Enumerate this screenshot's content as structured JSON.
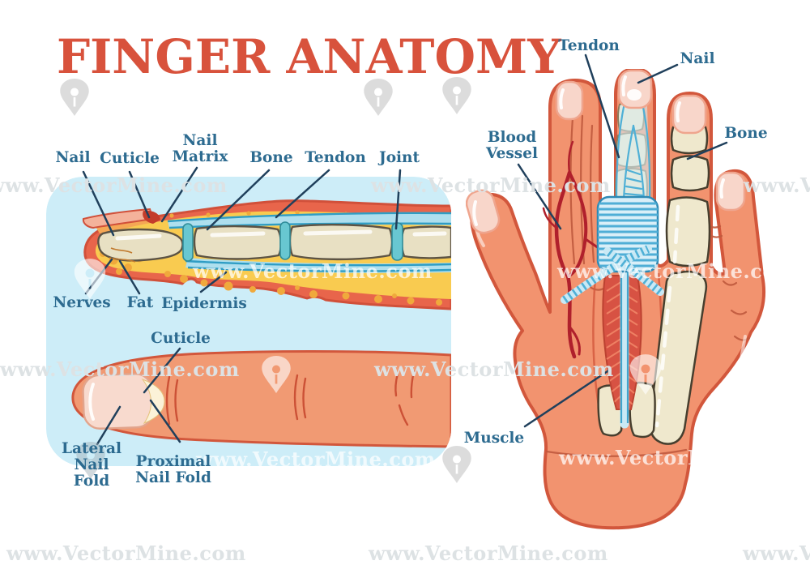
{
  "title": "FINGER ANATOMY",
  "watermark": {
    "text": "www.VectorMine.com",
    "icon": "pen-nib-icon"
  },
  "labels": {
    "left": {
      "nail": "Nail",
      "cuticle": "Cuticle",
      "nail_matrix": "Nail Matrix",
      "bone": "Bone",
      "tendon": "Tendon",
      "joint": "Joint",
      "nerves": "Nerves",
      "fat": "Fat",
      "epidermis": "Epidermis",
      "cuticle_top_view": "Cuticle",
      "lateral_nail_fold": "Lateral Nail Fold",
      "proximal_nail_fold": "Proximal Nail Fold"
    },
    "right": {
      "tendon": "Tendon",
      "nail": "Nail",
      "blood_vessel": "Blood Vessel",
      "bone": "Bone",
      "muscle": "Muscle"
    }
  },
  "colors": {
    "title": "#D8523C",
    "label_text": "#2D6B90",
    "leader_line": "#20405C",
    "panel_background": "#CDEDF8",
    "skin": "#F2936F",
    "skin_outline": "#D2573C",
    "bone": "#EFE8CD",
    "fat": "#F9CB50",
    "tendon_blue": "#4FB0D6",
    "joint_teal": "#68C7D1",
    "blood_vessel": "#B0202C",
    "muscle": "#D75243",
    "nail_pink": "#F8D6CA",
    "watermark_gray": "#DDE2E4"
  }
}
